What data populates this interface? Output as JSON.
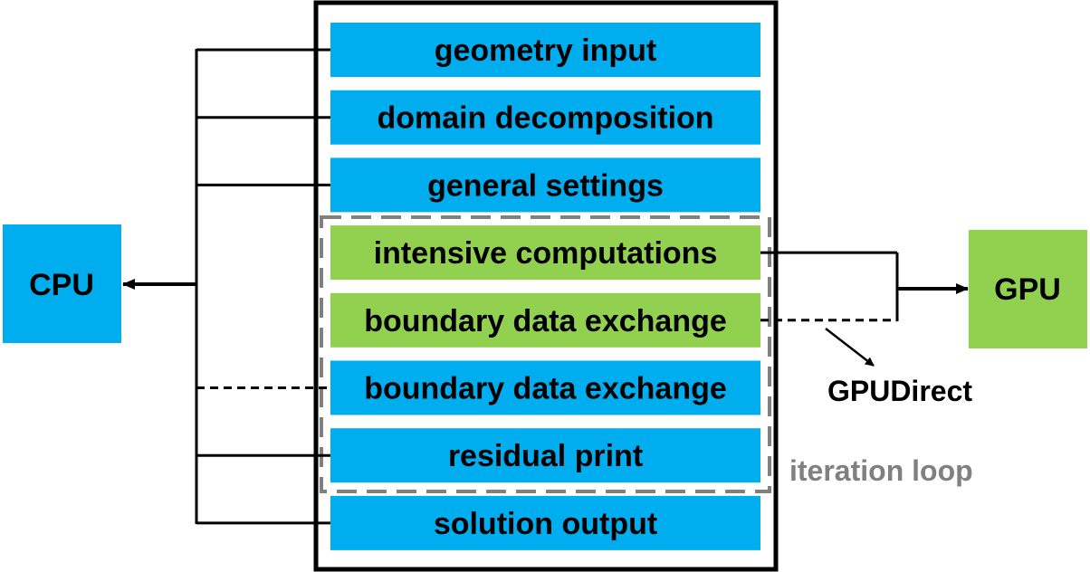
{
  "diagram": {
    "cpu": {
      "label": "CPU",
      "color": "#00aeef"
    },
    "gpu": {
      "label": "GPU",
      "color": "#92d050"
    },
    "gpudirect_label": "GPUDirect",
    "loop_label": "iteration loop",
    "loop_color": "#808080",
    "steps": [
      {
        "label": "geometry input",
        "device": "cpu",
        "link": "solid"
      },
      {
        "label": "domain decomposition",
        "device": "cpu",
        "link": "solid"
      },
      {
        "label": "general settings",
        "device": "cpu",
        "link": "solid"
      },
      {
        "label": "intensive computations",
        "device": "gpu",
        "link": "solid"
      },
      {
        "label": "boundary data exchange",
        "device": "gpu",
        "link": "dashed"
      },
      {
        "label": "boundary data exchange",
        "device": "cpu",
        "link": "dashed"
      },
      {
        "label": "residual print",
        "device": "cpu",
        "link": "solid"
      },
      {
        "label": "solution output",
        "device": "cpu",
        "link": "solid"
      }
    ]
  }
}
